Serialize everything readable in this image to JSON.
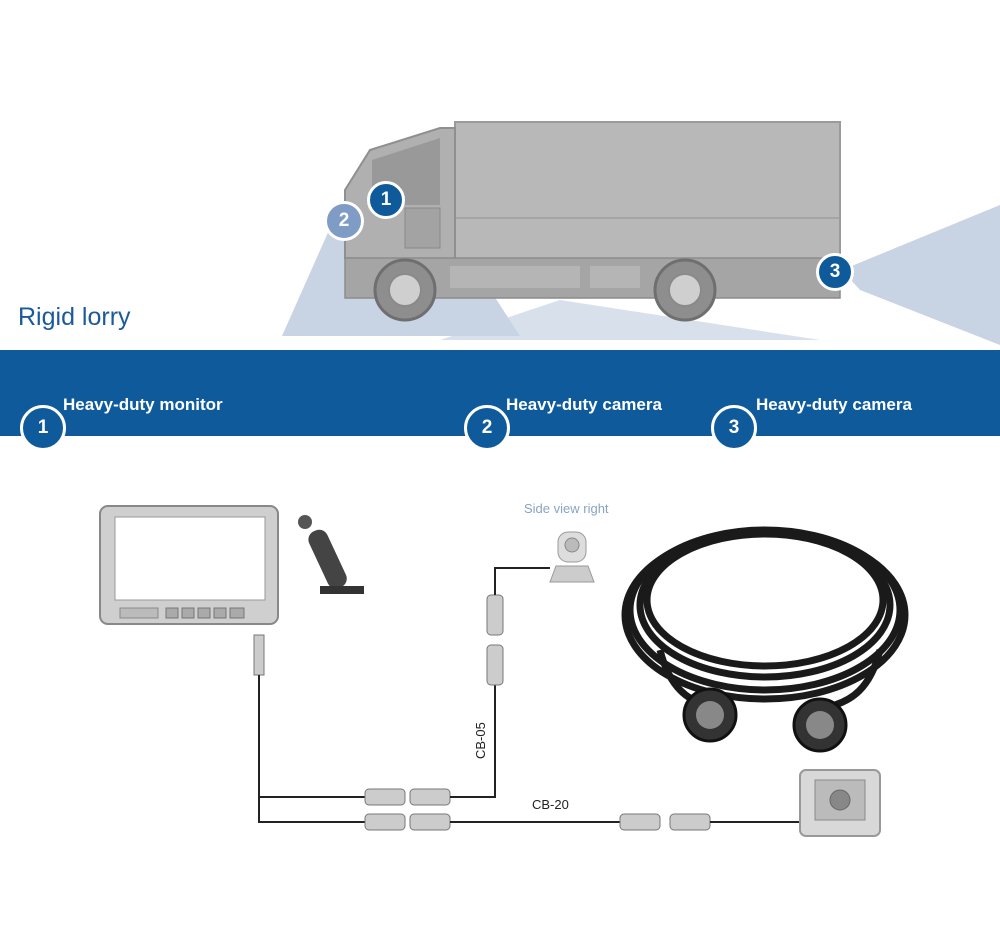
{
  "title": "Rigid lorry",
  "items": [
    {
      "number": "1",
      "label": "Heavy-duty monitor"
    },
    {
      "number": "2",
      "label": "Heavy-duty camera"
    },
    {
      "number": "3",
      "label": "Heavy-duty camera"
    }
  ],
  "truck_badges": [
    "1",
    "2",
    "3"
  ],
  "side_view_label": "Side view right",
  "cable_labels": {
    "short": "CB-05",
    "long": "CB-20"
  },
  "colors": {
    "brand_blue": "#0f5a9b",
    "light_blue": "#7f9cc5",
    "truck_grey": "#b5b5b5",
    "beam": "#c8d3e3"
  }
}
